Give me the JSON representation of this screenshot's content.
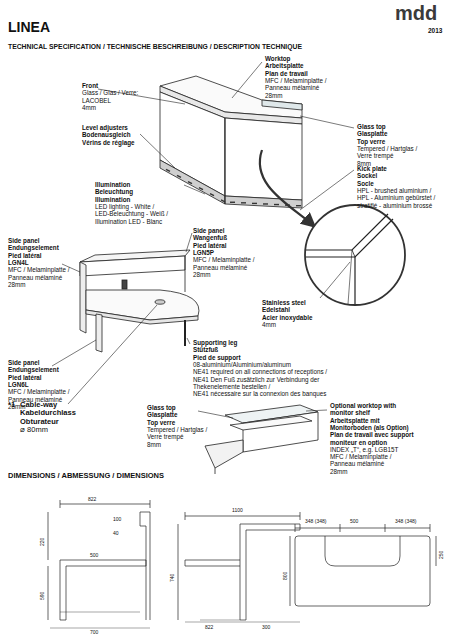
{
  "diagram": {
    "title": "LINEA",
    "labels": [
      "mdd",
      "2013",
      "TECHNICAL SPECIFICATION / TECHNISCHE BESCHREIBUNG / DESCRIPTION TECHNIQUE",
      "Front",
      "Glass / Glas / Verre:",
      "LACOBEL",
      "4mm",
      "Worktop",
      "Arbeitsplatte",
      "Plan de travail",
      "MFC / Melaminplatte /",
      "Panneau mélaminé",
      "28mm",
      "Level adjusters",
      "Bodenausgleich",
      "Vérins de réglage",
      "Glass top",
      "Glasplatte",
      "Top verre",
      "Tempered / Hartglas /",
      "Verre trempé",
      "8mm",
      "Illumination",
      "Beleuchtung",
      "Illumination",
      "LED lighting - White /",
      "LED-Beleuchtung - Weiß /",
      "Illumination LED - Blanc",
      "Kick plate",
      "Sockel",
      "Socle",
      "HPL - brushed aluminium /",
      "HPL - Aluminium gebürstet /",
      "stratifié - aluminium brossé",
      "Side panel",
      "Endungselement",
      "Pied latéral",
      "LGN4L",
      "MFC / Melaminplatte /",
      "Panneau mélaminé",
      "28mm",
      "Side panel",
      "Wangenfuß",
      "Pied latéral",
      "LGN5P",
      "MFC / Melaminplatte /",
      "Panneau mélaminé",
      "28mm",
      "Stainless steel",
      "Edelstahl",
      "Acier inoxydable",
      "4mm",
      "Supporting leg",
      "Stützfuß",
      "Pied de support",
      "08-aluminium/Aluminium/aluminum",
      "NE41 required on all connections of receptions /",
      "NE41 Den Fuß zusätzlich zur Verbindung der",
      "Thekenelemente bestellen /",
      "NE41 nécessaire sur la connexion des banques",
      "Side panel",
      "Endungselement",
      "Pied latéral",
      "LGN6L",
      "MFC / Melaminplatte /",
      "Panneau mélaminé",
      "28mm",
      "*1",
      "Cable-way",
      "Kabeldurchlass",
      "Obturateur",
      "⌀ 80mm",
      "Glass top",
      "Glasplatte",
      "Top verre",
      "Tempered / Hartglas /",
      "Verre trempé",
      "8mm",
      "Optional worktop with",
      "monitor shelf",
      "Arbeitsplatte mit",
      "Monitorboden (als Option)",
      "Plan de travail avec support",
      "moniteur en option",
      "INDEX „T“, e.g. LGB15T",
      "MFC / Melaminplatte /",
      "Panneau mélaminé",
      "28mm",
      "DIMENSIONS / ABMESSUNG / DIMENSIONS",
      "822",
      "100",
      "40",
      "220",
      "590",
      "500",
      "700",
      "1100",
      "740",
      "822",
      "300",
      "348 (348)",
      "500",
      "348 (348)",
      "250",
      "800"
    ]
  }
}
